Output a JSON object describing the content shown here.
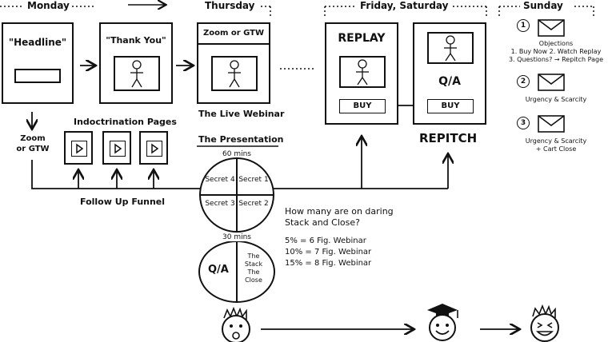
{
  "days": {
    "monday": "Monday",
    "thursday": "Thursday",
    "friday_saturday": "Friday, Saturday",
    "sunday": "Sunday"
  },
  "pages": {
    "headline": "\"Headline\"",
    "thank_you": "\"Thank You\"",
    "zoom_gtw_page": "Zoom or GTW",
    "live_webinar": "The Live Webinar",
    "replay": "REPLAY",
    "qa": "Q/A",
    "buy": "BUY",
    "repitch": "REPITCH"
  },
  "funnel": {
    "zoom_gtw_line1": "Zoom",
    "zoom_gtw_line2": "or GTW",
    "indoctrination": "Indoctrination Pages",
    "follow_up": "Follow Up Funnel"
  },
  "presentation": {
    "title": "The Presentation",
    "duration_60": "60 mins",
    "secret1": "Secret 1",
    "secret2": "Secret 2",
    "secret3": "Secret 3",
    "secret4": "Secret 4",
    "duration_30": "30 mins",
    "qa": "Q/A",
    "stack_close": "The Stack The Close"
  },
  "stack_question": {
    "line1": "How many are on daring",
    "line2": "Stack and Close?",
    "rows": [
      "5% = 6 Fig. Webinar",
      "10% = 7 Fig. Webinar",
      "15% = 8 Fig. Webinar"
    ]
  },
  "sunday_emails": {
    "n1": "1",
    "n2": "2",
    "n3": "3",
    "e1_title": "Objections",
    "e1_line1": "1. Buy Now 2. Watch Replay",
    "e1_line2": "3. Questions? → Repitch Page",
    "e2": "Urgency & Scarcity",
    "e3_line1": "Urgency & Scarcity",
    "e3_line2": "+ Cart Close"
  },
  "icons": [
    "stick-figure-icon",
    "play-icon",
    "envelope-icon",
    "sad-face-icon",
    "graduate-face-icon",
    "happy-face-icon"
  ]
}
